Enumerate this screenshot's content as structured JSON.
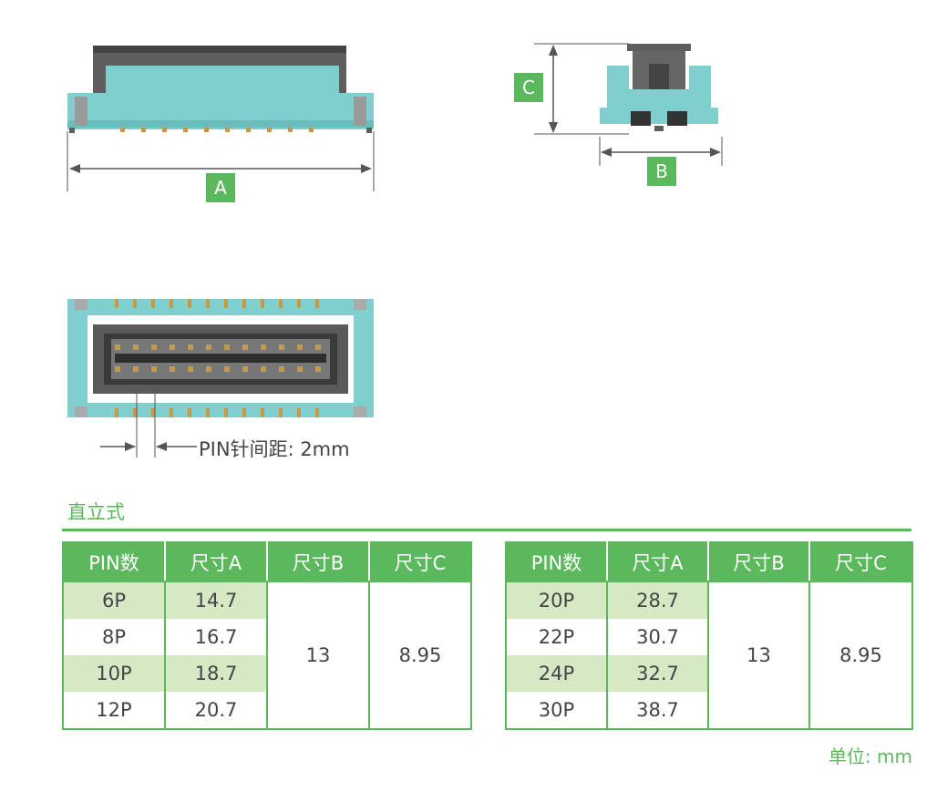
{
  "labels": {
    "dim_a": "A",
    "dim_b": "B",
    "dim_c": "C",
    "pitch": "PIN针间距: 2mm"
  },
  "section": {
    "title": "直立式"
  },
  "table": {
    "headers": [
      "PIN数",
      "尺寸A",
      "尺寸B",
      "尺寸C"
    ],
    "left": {
      "rows": [
        {
          "pin": "6P",
          "size_a": "14.7"
        },
        {
          "pin": "8P",
          "size_a": "16.7"
        },
        {
          "pin": "10P",
          "size_a": "18.7"
        },
        {
          "pin": "12P",
          "size_a": "20.7"
        }
      ],
      "size_b": "13",
      "size_c": "8.95"
    },
    "right": {
      "rows": [
        {
          "pin": "20P",
          "size_a": "28.7"
        },
        {
          "pin": "22P",
          "size_a": "30.7"
        },
        {
          "pin": "24P",
          "size_a": "32.7"
        },
        {
          "pin": "30P",
          "size_a": "38.7"
        }
      ],
      "size_b": "13",
      "size_c": "8.95"
    }
  },
  "unit": "单位: mm",
  "colors": {
    "accent_green": "#5cb85c",
    "row_highlight": "#d5e9c5",
    "connector_teal": "#7fcfcf",
    "connector_dark": "#5a5a5a"
  },
  "icons": [
    "dimension-arrow-icon"
  ]
}
